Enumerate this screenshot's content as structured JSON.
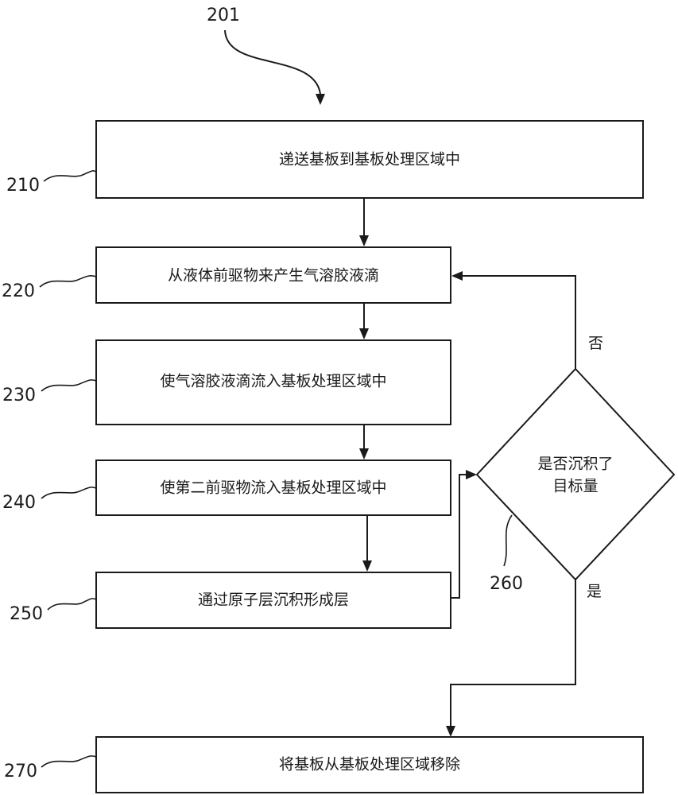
{
  "figure_ref": "201",
  "steps": [
    {
      "ref": "210",
      "label": "递送基板到基板处理区域中"
    },
    {
      "ref": "220",
      "label": "从液体前驱物来产生气溶胶液滴"
    },
    {
      "ref": "230",
      "label": "使气溶胶液滴流入基板处理区域中"
    },
    {
      "ref": "240",
      "label": "使第二前驱物流入基板处理区域中"
    },
    {
      "ref": "250",
      "label": "通过原子层沉积形成层"
    },
    {
      "ref": "270",
      "label": "将基板从基板处理区域移除"
    }
  ],
  "decision": {
    "ref": "260",
    "line1": "是否沉积了",
    "line2": "目标量",
    "no_label": "否",
    "yes_label": "是"
  }
}
